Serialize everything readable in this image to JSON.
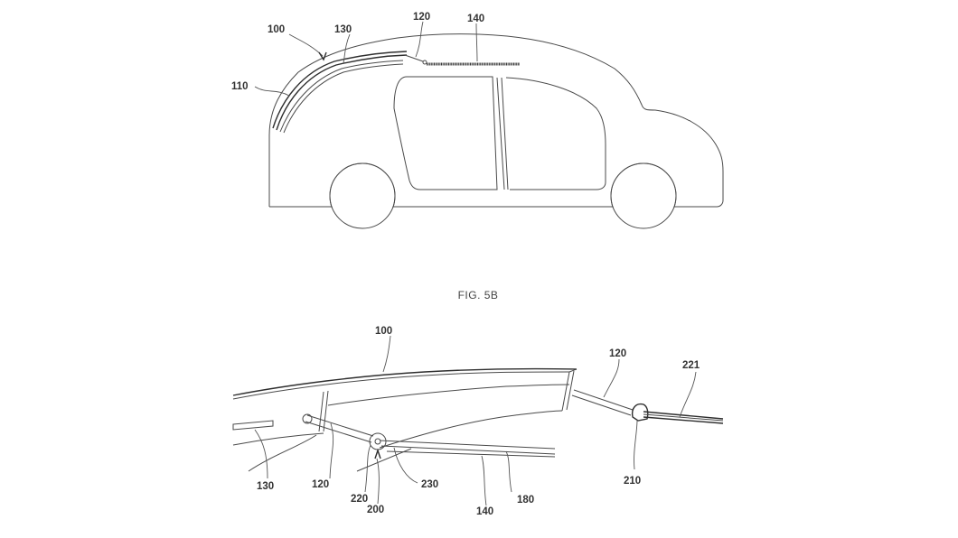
{
  "figure_top": {
    "description": "Side view of vehicle with sliding roof panel",
    "labels": {
      "l100": "100",
      "l130": "130",
      "l120": "120",
      "l140": "140",
      "l110": "110"
    }
  },
  "figure_caption": "FIG. 5B",
  "figure_bottom": {
    "description": "Enlarged detail of roof panel link mechanism",
    "labels": {
      "l100": "100",
      "l120a": "120",
      "l221": "221",
      "l130": "130",
      "l120b": "120",
      "l220": "220",
      "l200": "200",
      "l230": "230",
      "l140": "140",
      "l180": "180",
      "l210": "210"
    }
  },
  "colors": {
    "line": "#4a4a4a",
    "background": "#ffffff"
  }
}
